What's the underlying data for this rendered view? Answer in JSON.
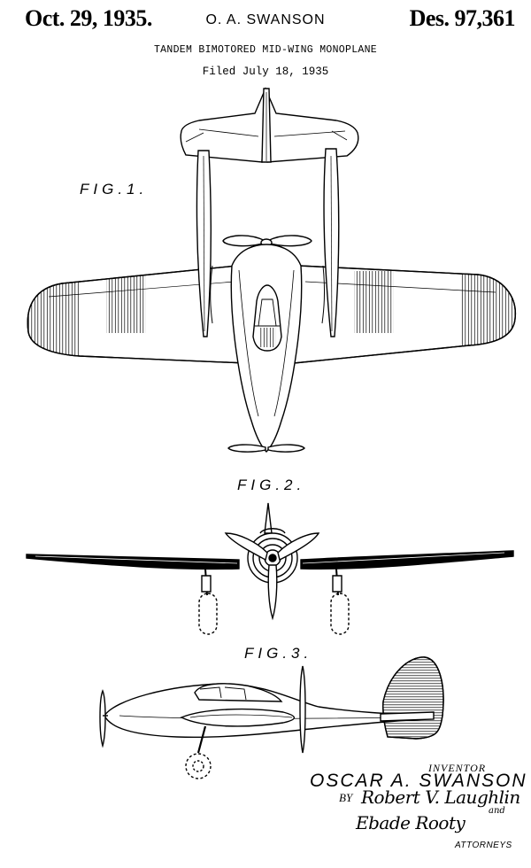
{
  "header": {
    "date": "Oct. 29, 1935.",
    "inventor": "O. A. SWANSON",
    "design_number": "Des. 97,361",
    "title": "TANDEM BIMOTORED MID-WING MONOPLANE",
    "filed": "Filed July 18, 1935"
  },
  "figures": {
    "fig1_label": "FIG.1.",
    "fig2_label": "FIG.2.",
    "fig3_label": "FIG.3."
  },
  "footer": {
    "inventor_caption": "INVENTOR",
    "inventor_name": "OSCAR A. SWANSON",
    "by": "BY",
    "signature_1": "Robert V. Laughlin",
    "and": "and",
    "signature_2": "Ebade Rooty",
    "attorneys": "ATTORNEYS"
  }
}
